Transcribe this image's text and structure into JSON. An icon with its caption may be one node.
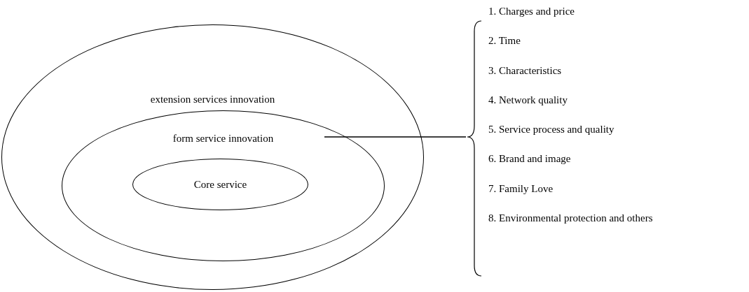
{
  "diagram": {
    "nodes": [
      {
        "text": [
          "extension services innovation"
        ]
      },
      {
        "text": [
          "form service innovation"
        ],
        "in": 0
      },
      {
        "text": [
          "Core service"
        ],
        "in": 1
      },
      {
        "text": [
          "1. Charges and price",
          "2. Time",
          "3. Characteristics",
          "4. Network quality",
          "5. Service process and quality",
          "6. Brand and image",
          "7. Family Love",
          "8. Environmental protection and others"
        ]
      }
    ],
    "edges": [
      {
        "from": 1,
        "to": 3,
        "arrow": "none"
      }
    ]
  }
}
